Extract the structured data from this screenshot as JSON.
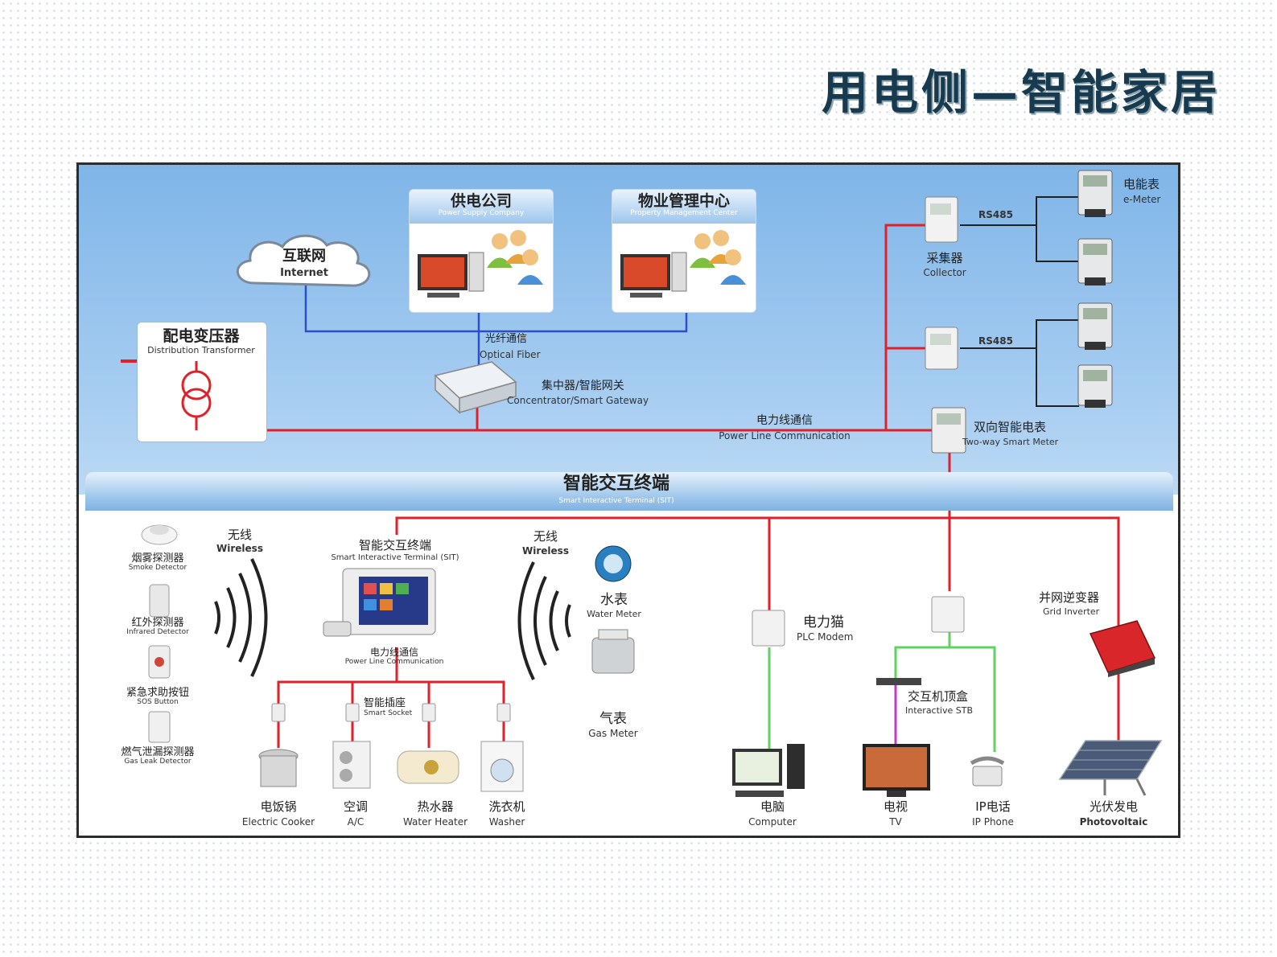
{
  "title": "用电侧—智能家居",
  "nodes": {
    "internet": {
      "cn": "互联网",
      "en": "Internet"
    },
    "power_company": {
      "cn": "供电公司",
      "en": "Power Supply Company"
    },
    "property_center": {
      "cn": "物业管理中心",
      "en": "Property Management Center"
    },
    "transformer": {
      "cn": "配电变压器",
      "en": "Distribution Transformer"
    },
    "optical_fiber": {
      "cn": "光纤通信",
      "en": "Optical Fiber"
    },
    "concentrator": {
      "cn": "集中器/智能网关",
      "en": "Concentrator/Smart Gateway"
    },
    "plc": {
      "cn": "电力线通信",
      "en": "Power Line Communication"
    },
    "collector": {
      "cn": "采集器",
      "en": "Collector"
    },
    "rs485_1": "RS485",
    "rs485_2": "RS485",
    "emeter": {
      "cn": "电能表",
      "en": "e-Meter"
    },
    "smart_meter": {
      "cn": "双向智能电表",
      "en": "Two-way Smart Meter"
    },
    "sit_band": {
      "cn": "智能交互终端",
      "en": "Smart Interactive Terminal (SIT)"
    },
    "wireless_left": {
      "cn": "无线",
      "en": "Wireless"
    },
    "wireless_right": {
      "cn": "无线",
      "en": "Wireless"
    },
    "sit": {
      "cn": "智能交互终端",
      "en": "Smart Interactive Terminal (SIT)"
    },
    "sit_plc": {
      "cn": "电力线通信",
      "en": "Power Line Communication"
    },
    "smoke": {
      "cn": "烟雾探测器",
      "en": "Smoke Detector"
    },
    "infrared": {
      "cn": "红外探测器",
      "en": "Infrared Detector"
    },
    "sos": {
      "cn": "紧急求助按钮",
      "en": "SOS Button"
    },
    "gasleak": {
      "cn": "燃气泄漏探测器",
      "en": "Gas Leak Detector"
    },
    "smart_socket": {
      "cn": "智能插座",
      "en": "Smart Socket"
    },
    "cooker": {
      "cn": "电饭锅",
      "en": "Electric Cooker"
    },
    "ac": {
      "cn": "空调",
      "en": "A/C"
    },
    "heater": {
      "cn": "热水器",
      "en": "Water Heater"
    },
    "washer": {
      "cn": "洗衣机",
      "en": "Washer"
    },
    "water_meter": {
      "cn": "水表",
      "en": "Water Meter"
    },
    "gas_meter": {
      "cn": "气表",
      "en": "Gas Meter"
    },
    "plc_modem": {
      "cn": "电力猫",
      "en": "PLC Modem"
    },
    "stb": {
      "cn": "交互机顶盒",
      "en": "Interactive STB"
    },
    "inverter": {
      "cn": "并网逆变器",
      "en": "Grid Inverter"
    },
    "computer": {
      "cn": "电脑",
      "en": "Computer"
    },
    "tv": {
      "cn": "电视",
      "en": "TV"
    },
    "ipphone": {
      "cn": "IP电话",
      "en": "IP Phone"
    },
    "pv": {
      "cn": "光伏发电",
      "en": "Photovoltaic"
    }
  },
  "colors": {
    "power_line": "#e0212a",
    "network": "#2b4fc8",
    "ethernet": "#5fd35f",
    "hdmi": "#c03cc8"
  }
}
